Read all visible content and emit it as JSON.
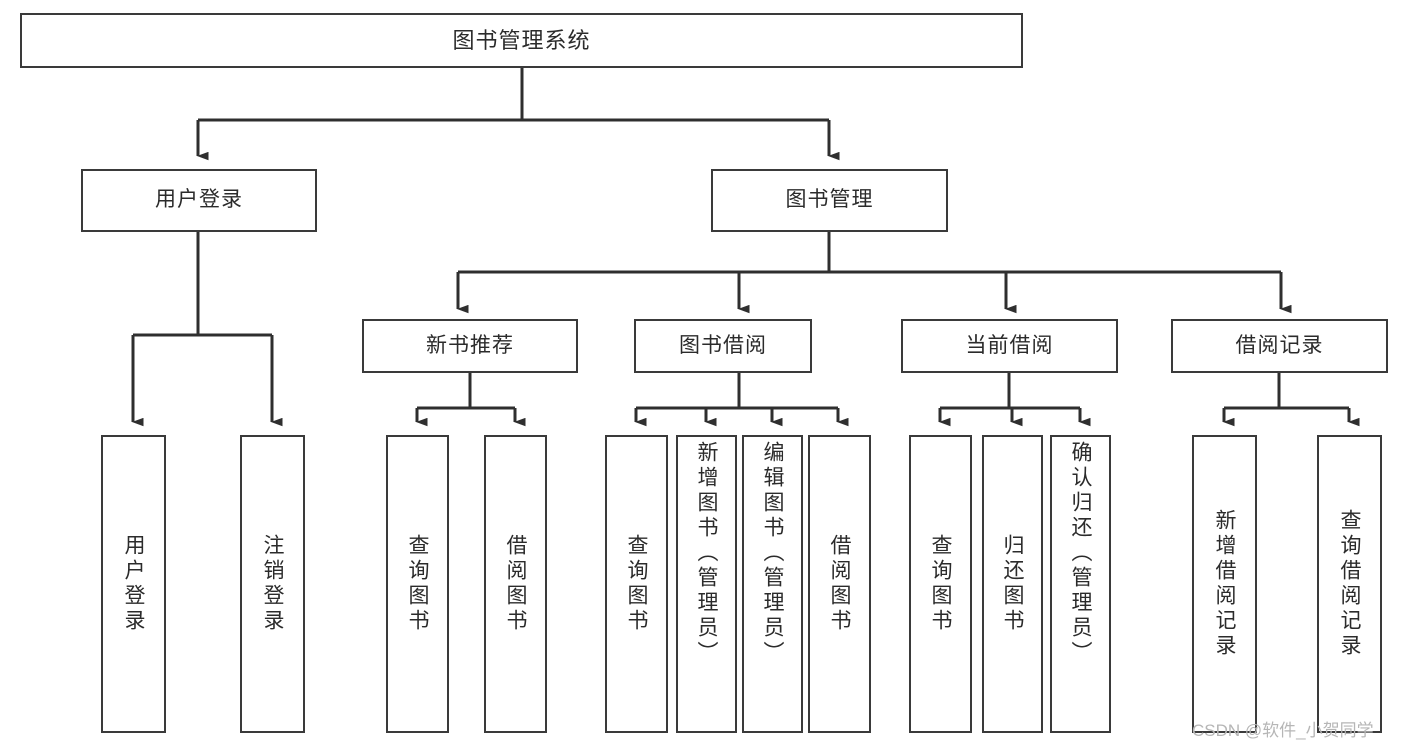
{
  "diagram": {
    "title": "图书管理系统",
    "type": "functional-structure-tree",
    "watermark": "CSDN @软件_小贺同学",
    "colors": {
      "box_border": "#3a3a3a",
      "box_fill": "#ffffff",
      "edge": "#2f2f2f",
      "text": "#2b2b2b",
      "watermark": "#b6b6b6",
      "background": "#ffffff"
    },
    "nodes": {
      "root": {
        "label": "图书管理系统",
        "level": 1
      },
      "level2": [
        {
          "id": "user-login",
          "label": "用户登录"
        },
        {
          "id": "book-manage",
          "label": "图书管理"
        }
      ],
      "level3": [
        {
          "id": "new-book-rec",
          "label": "新书推荐",
          "parent": "book-manage"
        },
        {
          "id": "book-borrow",
          "label": "图书借阅",
          "parent": "book-manage"
        },
        {
          "id": "current-borrow",
          "label": "当前借阅",
          "parent": "book-manage"
        },
        {
          "id": "borrow-record",
          "label": "借阅记录",
          "parent": "book-manage"
        }
      ],
      "leaves": [
        {
          "id": "leaf-user-login",
          "label": "用户登录",
          "parent": "user-login"
        },
        {
          "id": "leaf-logout",
          "label": "注销登录",
          "parent": "user-login"
        },
        {
          "id": "leaf-query-book-1",
          "label": "查询图书",
          "parent": "new-book-rec"
        },
        {
          "id": "leaf-borrow-book-1",
          "label": "借阅图书",
          "parent": "new-book-rec"
        },
        {
          "id": "leaf-query-book-2",
          "label": "查询图书",
          "parent": "book-borrow"
        },
        {
          "id": "leaf-add-book",
          "label": "新增图书（管理员）",
          "parent": "book-borrow"
        },
        {
          "id": "leaf-edit-book",
          "label": "编辑图书（管理员）",
          "parent": "book-borrow"
        },
        {
          "id": "leaf-borrow-book-2",
          "label": "借阅图书",
          "parent": "book-borrow"
        },
        {
          "id": "leaf-query-book-3",
          "label": "查询图书",
          "parent": "current-borrow"
        },
        {
          "id": "leaf-return-book",
          "label": "归还图书",
          "parent": "current-borrow"
        },
        {
          "id": "leaf-confirm-return",
          "label": "确认归还（管理员）",
          "parent": "current-borrow"
        },
        {
          "id": "leaf-add-record",
          "label": "新增借阅记录",
          "parent": "borrow-record"
        },
        {
          "id": "leaf-query-record",
          "label": "查询借阅记录",
          "parent": "borrow-record"
        }
      ]
    }
  }
}
